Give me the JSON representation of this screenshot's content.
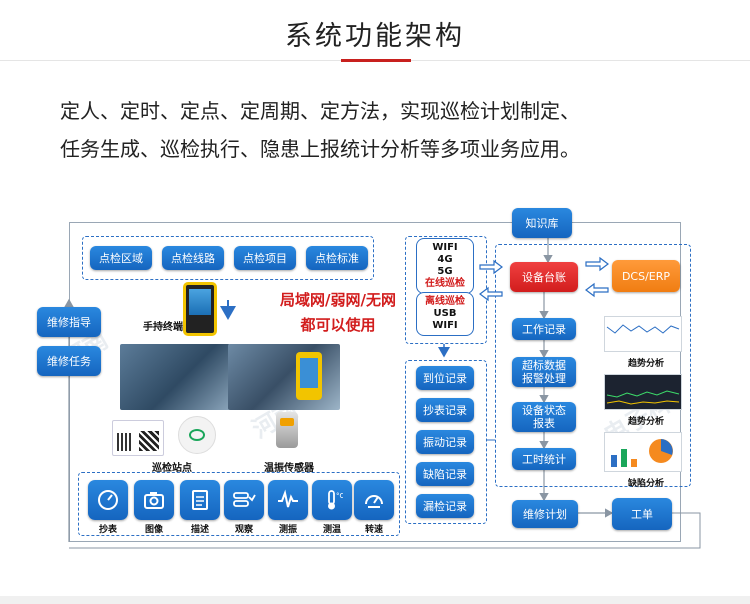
{
  "title": "系统功能架构",
  "description": [
    "定人、定时、定点、定周期、定方法，实现巡检计划制定、",
    "任务生成、巡检执行、隐患上报统计分析等多项业务应用。"
  ],
  "diagram": {
    "top_buttons": [
      "点检区域",
      "点检线路",
      "点检项目",
      "点检标准"
    ],
    "left_buttons": [
      "维修指导",
      "维修任务"
    ],
    "handheld_label": "手持终端",
    "slogan": [
      "局域网/弱网/无网",
      "都可以使用"
    ],
    "station_label": "巡检站点",
    "sensor_label": "温振传感器",
    "online_box": {
      "lines": [
        "WIFI",
        "4G",
        "5G"
      ],
      "caption": "在线巡检"
    },
    "offline_box": {
      "caption": "离线巡检",
      "lines": [
        "USB",
        "WIFI"
      ]
    },
    "record_buttons": [
      "到位记录",
      "抄表记录",
      "振动记录",
      "缺陷记录",
      "漏检记录"
    ],
    "knowledge": "知识库",
    "ledger": "设备台账",
    "dcs": "DCS/ERP",
    "right_buttons": [
      "工作记录",
      "超标数据\n报警处理",
      "设备状态\n报表",
      "工时统计"
    ],
    "chart_captions": [
      "趋势分析",
      "趋势分析",
      "缺陷分析"
    ],
    "maintenance_plan": "维修计划",
    "work_order": "工单",
    "tools": [
      {
        "label": "抄表",
        "icon": "gauge-icon"
      },
      {
        "label": "图像",
        "icon": "camera-icon"
      },
      {
        "label": "描述",
        "icon": "document-icon"
      },
      {
        "label": "观察",
        "icon": "eye-check-icon"
      },
      {
        "label": "测振",
        "icon": "vibration-icon"
      },
      {
        "label": "测温",
        "icon": "thermometer-icon"
      },
      {
        "label": "转速",
        "icon": "speedometer-icon"
      }
    ],
    "colors": {
      "blue": "#1d74d0",
      "red": "#d21d1d",
      "orange": "#f58a1f"
    }
  }
}
